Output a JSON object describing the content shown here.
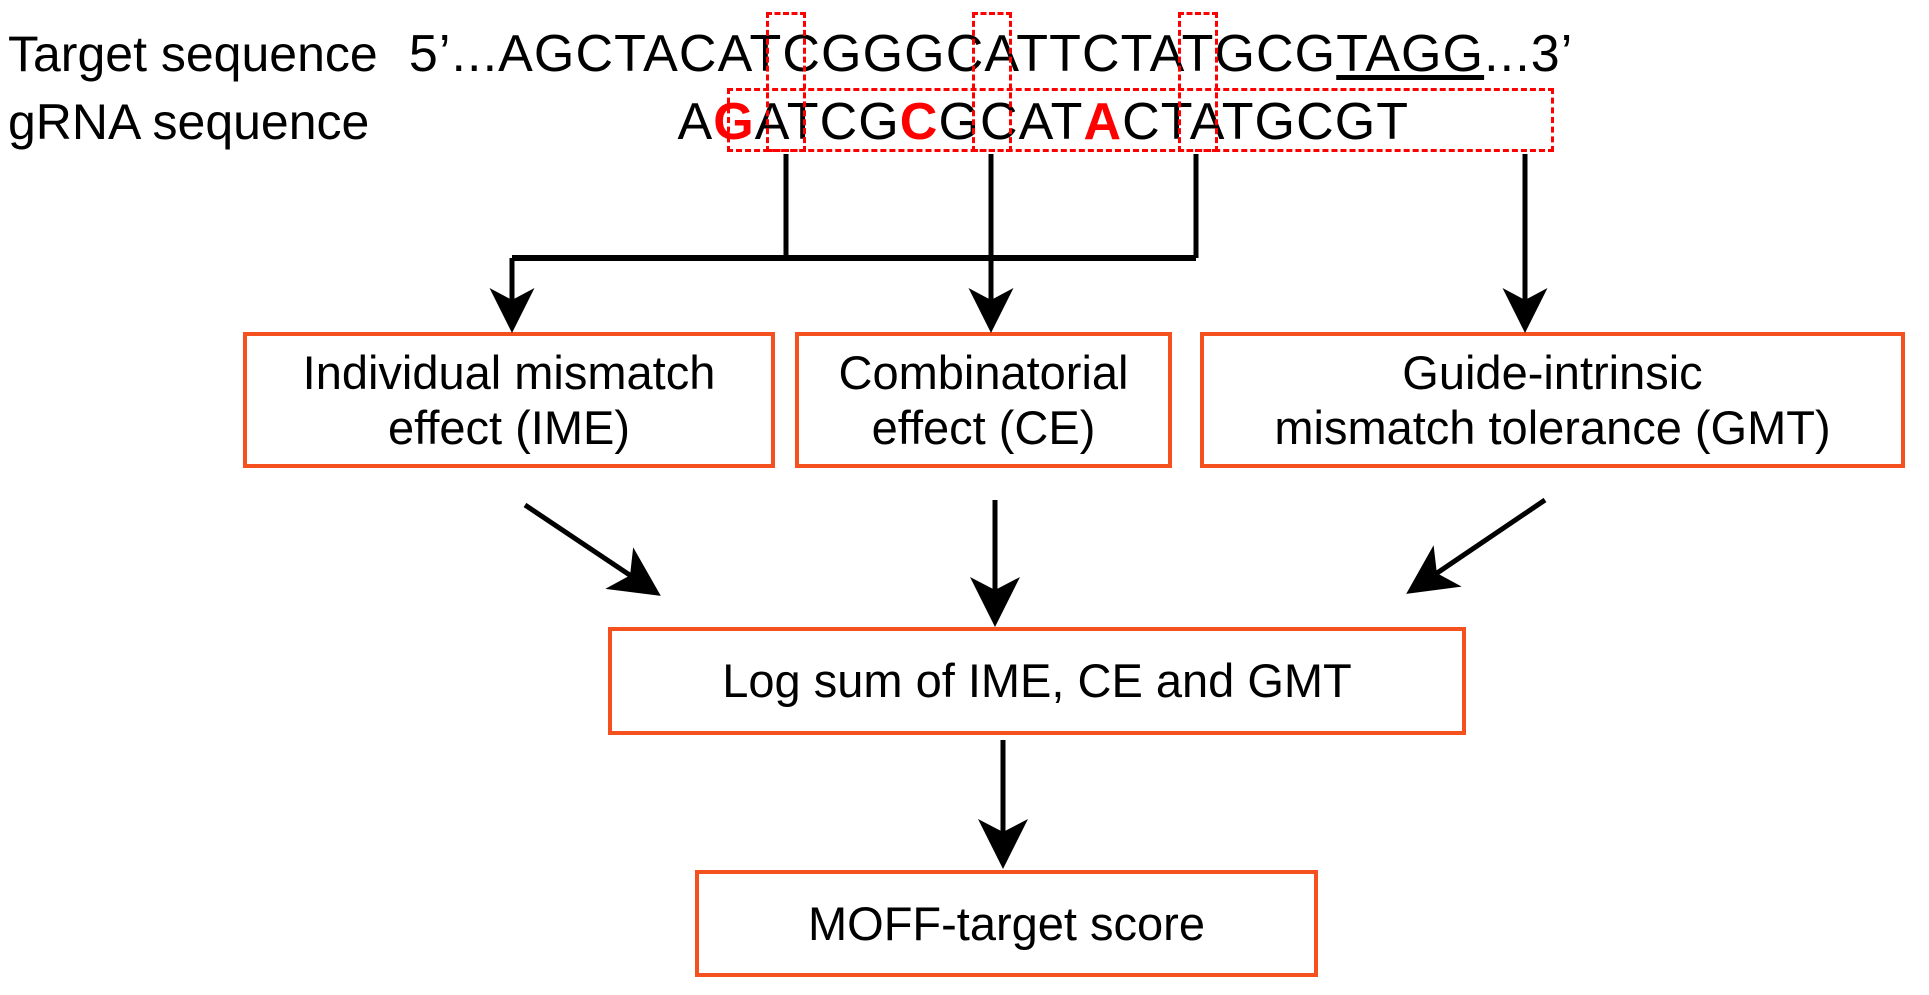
{
  "figure": {
    "title": "MOFF-target score model schematic",
    "colors": {
      "box_border": "#f4511e",
      "mismatch": "#ff0000",
      "highlight_box": "#ff0000",
      "connector": "#000000",
      "text": "#000000",
      "background": "#ffffff"
    }
  },
  "sequences": {
    "target": {
      "label": "Target sequence",
      "five_prime": "5’...",
      "pre": "AGCTA",
      "b1": "C",
      "mid1": "ATCG",
      "b2": "G",
      "mid2": "GCAT",
      "b3": "T",
      "tail": "CTATGCG",
      "pam": "TAGG",
      "three_prime": "...3’",
      "full": "5’...AGCTACATCGGGCATTCTATGCGTAGG...3’"
    },
    "grna": {
      "label": "gRNA sequence",
      "pre": "A",
      "b1": "G",
      "mid1": "ATCG",
      "b2": "C",
      "mid2": "GCAT",
      "b3": "A",
      "tail": "CTATGCGT",
      "full": "AGATCGCGCATACTATGCGT"
    },
    "mismatch_positions": [
      {
        "target_base": "C",
        "grna_base": "G"
      },
      {
        "target_base": "G",
        "grna_base": "C"
      },
      {
        "target_base": "T",
        "grna_base": "A"
      }
    ]
  },
  "boxes": {
    "ime": {
      "line1": "Individual mismatch",
      "line2": "effect (IME)"
    },
    "ce": {
      "line1": "Combinatorial",
      "line2": "effect (CE)"
    },
    "gmt": {
      "line1": "Guide-intrinsic",
      "line2": "mismatch tolerance (GMT)"
    },
    "logsum": {
      "line1": "Log sum of IME, CE and GMT"
    },
    "score": {
      "line1": "MOFF-target score"
    }
  }
}
